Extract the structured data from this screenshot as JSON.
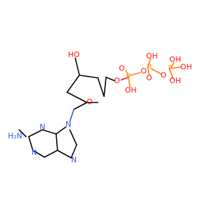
{
  "colors": {
    "oxygen": "#ff0d0d",
    "nitrogen": "#3050f8",
    "phosphorus": "#ff8000",
    "bond": "#000000",
    "background": "#ffffff"
  },
  "labels": {
    "ho_sugar": "HO",
    "o_ring": "O",
    "o_c5": "O",
    "p1": "P",
    "o_p1_double": "O",
    "oh_p1": "OH",
    "o_bridge1": "O",
    "p2": "P",
    "oh_p2_top": "OH",
    "o_p2_double": "O",
    "o_bridge2": "O",
    "p3": "P",
    "oh_p3_top": "OH",
    "oh_p3_right": "OH",
    "oh_p3_bottom": "OH",
    "o_p3_double": "O",
    "n9": "N",
    "n3": "N",
    "n1": "N",
    "n7": "N",
    "h2n": "H₂N"
  }
}
